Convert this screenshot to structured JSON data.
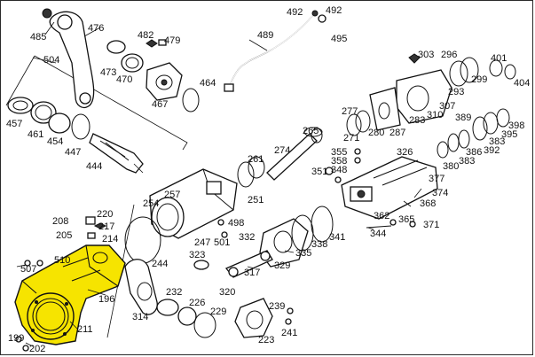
{
  "labels": {
    "l485": "485",
    "l476": "476",
    "l482": "482",
    "l479": "479",
    "l473": "473",
    "l470": "470",
    "l504": "504",
    "l467": "467",
    "l464": "464",
    "l489": "489",
    "l492a": "492",
    "l492b": "492",
    "l495": "495",
    "l303": "303",
    "l296": "296",
    "l401": "401",
    "l299": "299",
    "l404": "404",
    "l293": "293",
    "l307": "307",
    "l310": "310",
    "l283": "283",
    "l389": "389",
    "l398": "398",
    "l395": "395",
    "l383a": "383",
    "l392": "392",
    "l386": "386",
    "l383b": "383",
    "l380": "380",
    "l457": "457",
    "l461": "461",
    "l454": "454",
    "l447": "447",
    "l444": "444",
    "l265": "265",
    "l277": "277",
    "l271": "271",
    "l280": "280",
    "l287": "287",
    "l326": "326",
    "l355": "355",
    "l358": "358",
    "l274": "274",
    "l261": "261",
    "l351": "351",
    "l348": "348",
    "l377": "377",
    "l374": "374",
    "l368": "368",
    "l362": "362",
    "l365": "365",
    "l371": "371",
    "l344": "344",
    "l257": "257",
    "l254": "254",
    "l251": "251",
    "l208": "208",
    "l220": "220",
    "l217": "217",
    "l205": "205",
    "l214": "214",
    "l498": "498",
    "l247": "247",
    "l501": "501",
    "l332": "332",
    "l323": "323",
    "l338": "338",
    "l341": "341",
    "l335": "335",
    "l329": "329",
    "l244": "244",
    "l317": "317",
    "l507": "507",
    "l510": "510",
    "l196": "196",
    "l320": "320",
    "l232": "232",
    "l226": "226",
    "l314": "314",
    "l229": "229",
    "l239": "239",
    "l211": "211",
    "l241": "241",
    "l223": "223",
    "l199": "199",
    "l202": "202"
  },
  "highlight": {
    "color": "#f6e400",
    "part_label": "196"
  }
}
